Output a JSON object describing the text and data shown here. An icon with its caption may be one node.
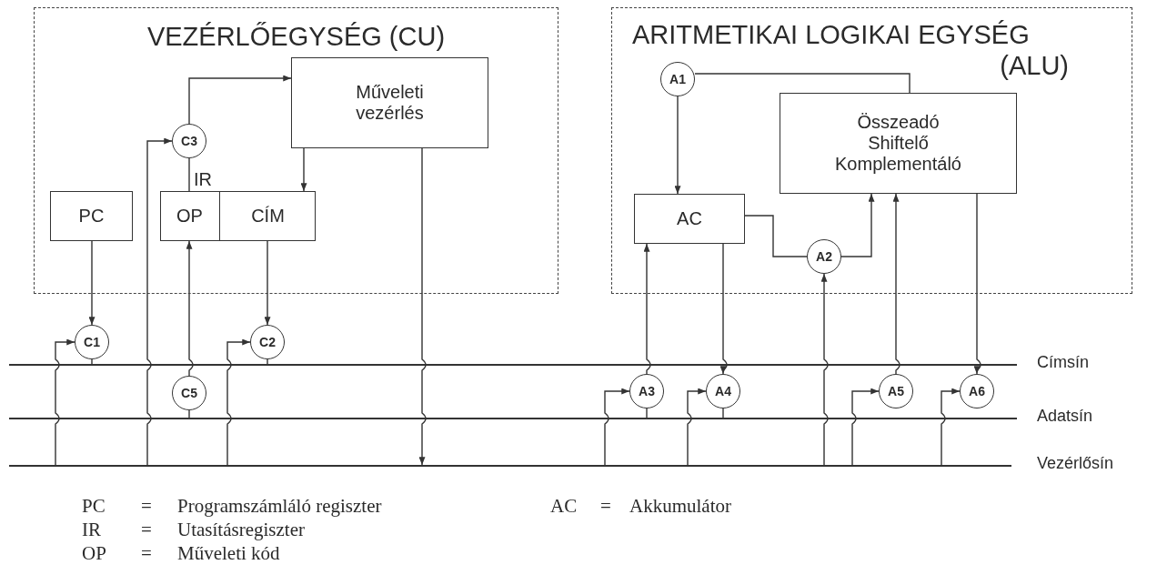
{
  "diagram": {
    "nodes": [
      {
        "text": [
          "VEZÉRLŐEGYSÉG (CU)"
        ]
      },
      {
        "text": [
          "Műveleti vezérlés"
        ],
        "in": 0
      },
      {
        "text": [
          "C3"
        ],
        "in": 0
      },
      {
        "text": [
          "PC"
        ],
        "in": 0
      },
      {
        "text": [
          "IR"
        ],
        "in": 0
      },
      {
        "text": [
          "OP"
        ],
        "in": 4
      },
      {
        "text": [
          "CÍM"
        ],
        "in": 4
      },
      {
        "text": [
          "C1"
        ]
      },
      {
        "text": [
          "C2"
        ]
      },
      {
        "text": [
          "C5"
        ]
      },
      {
        "text": [
          "ARITMETIKAI LOGIKAI EGYSÉG (ALU)"
        ]
      },
      {
        "text": [
          "A1"
        ],
        "in": 10
      },
      {
        "text": [
          "Összeadó",
          "Shiftelő",
          "Komplementáló"
        ],
        "in": 10
      },
      {
        "text": [
          "AC"
        ],
        "in": 10
      },
      {
        "text": [
          "A2"
        ],
        "in": 10
      },
      {
        "text": [
          "A3"
        ]
      },
      {
        "text": [
          "A4"
        ]
      },
      {
        "text": [
          "A5"
        ]
      },
      {
        "text": [
          "A6"
        ]
      },
      {
        "text": [],
        "shape": "bar",
        "beside": [
          "Címsín"
        ]
      },
      {
        "text": [],
        "shape": "bar",
        "beside": [
          "Adatsín"
        ]
      },
      {
        "text": [],
        "shape": "bar",
        "beside": [
          "Vezérlősín"
        ]
      }
    ],
    "edges": [
      {
        "from": 2,
        "to": 1,
        "arrow": "to"
      },
      {
        "from": 5,
        "to": 2,
        "arrow": "none"
      },
      {
        "from": 1,
        "to": 6,
        "arrow": "to"
      },
      {
        "from": 1,
        "to": 21,
        "arrow": "to"
      },
      {
        "from": 21,
        "to": 2,
        "arrow": "to"
      },
      {
        "from": 3,
        "to": 7,
        "arrow": "to"
      },
      {
        "from": 7,
        "to": 19,
        "arrow": "none"
      },
      {
        "from": 21,
        "to": 7,
        "arrow": "to"
      },
      {
        "from": 6,
        "to": 8,
        "arrow": "to"
      },
      {
        "from": 8,
        "to": 19,
        "arrow": "none"
      },
      {
        "from": 21,
        "to": 8,
        "arrow": "to"
      },
      {
        "from": 9,
        "to": 5,
        "arrow": "to"
      },
      {
        "from": 9,
        "to": 20,
        "arrow": "none"
      },
      {
        "from": 11,
        "to": 13,
        "arrow": "to"
      },
      {
        "from": 12,
        "to": 11,
        "arrow": "none"
      },
      {
        "from": 13,
        "to": 14,
        "arrow": "none"
      },
      {
        "from": 14,
        "to": 12,
        "arrow": "to"
      },
      {
        "from": 21,
        "to": 14,
        "arrow": "to"
      },
      {
        "from": 15,
        "to": 13,
        "arrow": "to"
      },
      {
        "from": 15,
        "to": 20,
        "arrow": "none"
      },
      {
        "from": 21,
        "to": 15,
        "arrow": "to"
      },
      {
        "from": 13,
        "to": 16,
        "arrow": "to"
      },
      {
        "from": 16,
        "to": 20,
        "arrow": "none"
      },
      {
        "from": 21,
        "to": 16,
        "arrow": "to"
      },
      {
        "from": 17,
        "to": 12,
        "arrow": "to"
      },
      {
        "from": 21,
        "to": 17,
        "arrow": "to"
      },
      {
        "from": 12,
        "to": 18,
        "arrow": "to"
      },
      {
        "from": 21,
        "to": 18,
        "arrow": "to"
      }
    ],
    "labels": [
      "PC",
      "=",
      "Programszámláló regiszter",
      "AC",
      "=",
      "Akkumulátor",
      "IR",
      "=",
      "Utasításregiszter",
      "OP",
      "=",
      "Műveleti kód"
    ]
  }
}
